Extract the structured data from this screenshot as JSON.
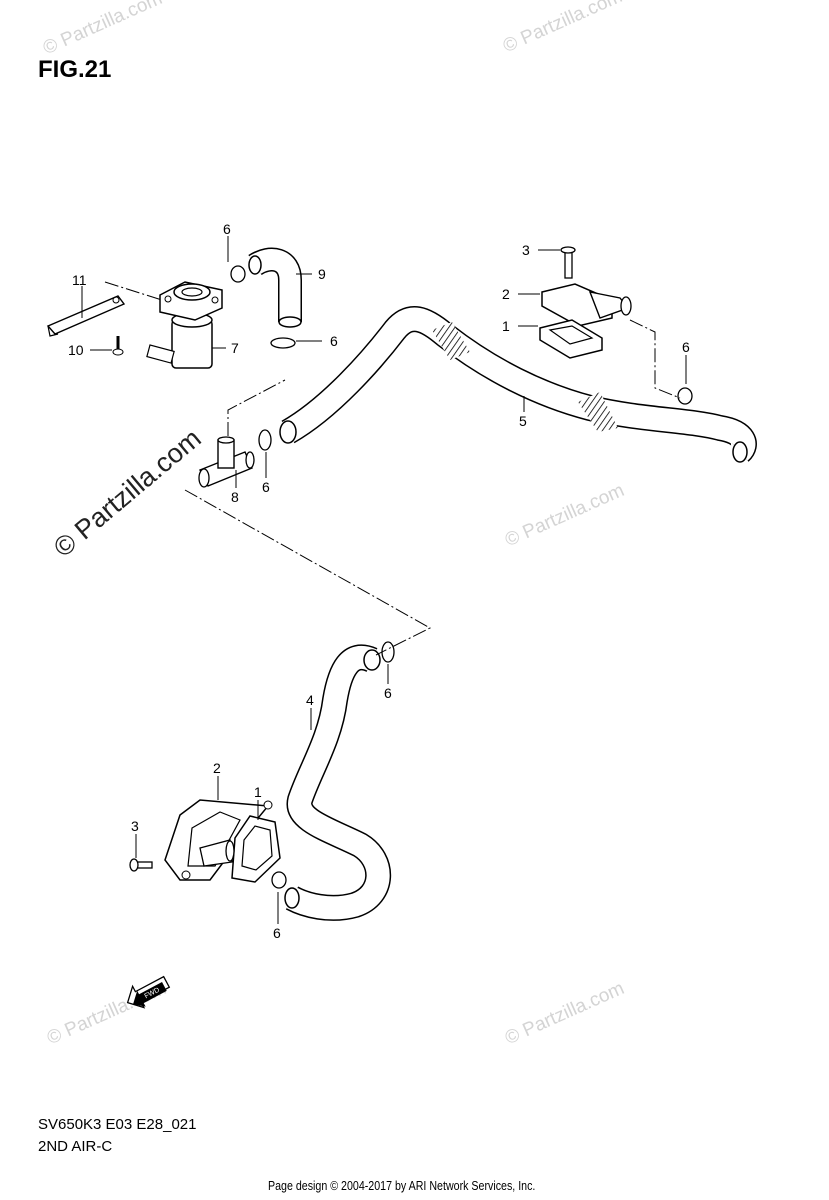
{
  "figure": {
    "title": "FIG.21",
    "model_code": "SV650K3 E03 E28_021",
    "section_name": "2ND AIR-C",
    "fwd_label": "FWD"
  },
  "watermark": {
    "text": "© Partzilla.com"
  },
  "callouts": {
    "c1_upper": "1",
    "c1_lower": "1",
    "c2_upper": "2",
    "c2_lower": "2",
    "c3_upper": "3",
    "c3_lower": "3",
    "c4": "4",
    "c5": "5",
    "c6_a": "6",
    "c6_b": "6",
    "c6_c": "6",
    "c6_d": "6",
    "c6_e": "6",
    "c6_f": "6",
    "c7": "7",
    "c8": "8",
    "c9": "9",
    "c10": "10",
    "c11": "11"
  },
  "footer": {
    "text": "Page design © 2004-2017 by ARI Network Services, Inc."
  }
}
